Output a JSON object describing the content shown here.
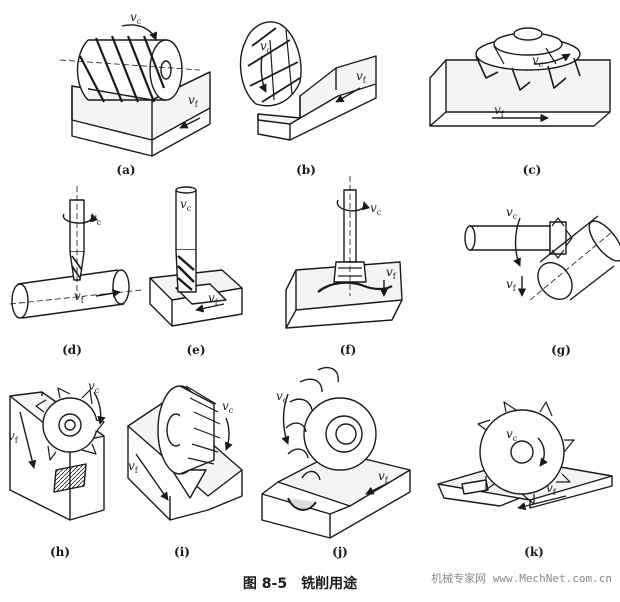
{
  "figure": {
    "caption": "图 8-5　铣削用途",
    "watermark": "机械专家网 www.MechNet.com.cn",
    "symbols": {
      "cutting_speed": "v",
      "cutting_sub": "c",
      "feed": "v",
      "feed_sub": "f"
    },
    "panels": [
      {
        "id": "a",
        "label": "(a)"
      },
      {
        "id": "b",
        "label": "(b)"
      },
      {
        "id": "c",
        "label": "(c)"
      },
      {
        "id": "d",
        "label": "(d)"
      },
      {
        "id": "e",
        "label": "(e)"
      },
      {
        "id": "f",
        "label": "(f)"
      },
      {
        "id": "g",
        "label": "(g)"
      },
      {
        "id": "h",
        "label": "(h)"
      },
      {
        "id": "i",
        "label": "(i)"
      },
      {
        "id": "j",
        "label": "(j)"
      },
      {
        "id": "k",
        "label": "(k)"
      }
    ]
  }
}
